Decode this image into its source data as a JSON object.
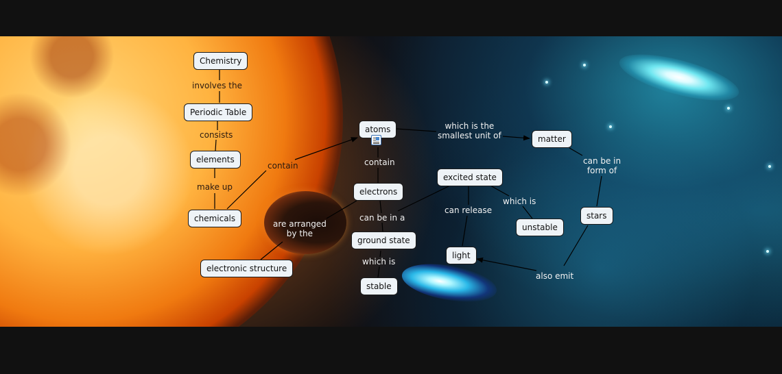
{
  "concept_map": {
    "nodes": {
      "chemistry": "Chemistry",
      "periodic_table": "Periodic Table",
      "elements": "elements",
      "chemicals": "chemicals",
      "electronic_structure": "electronic structure",
      "atoms": "atoms",
      "electrons": "electrons",
      "ground_state": "ground state",
      "stable": "stable",
      "excited_state": "excited state",
      "unstable": "unstable",
      "light": "light",
      "matter": "matter",
      "stars": "stars"
    },
    "linking_phrases": {
      "involves_the": "involves the",
      "consists": "consists",
      "make_up": "make up",
      "contain_chemicals": "contain",
      "are_arranged_1": "are arranged",
      "are_arranged_2": "by the",
      "contain_atoms": "contain",
      "smallest_unit_1": "which is the",
      "smallest_unit_2": "smallest unit of",
      "can_be_in_a": "can be in a",
      "which_is_stable": "which is",
      "can_release": "can release",
      "which_is_unstable": "which is",
      "can_be_in_form_1": "can be in",
      "can_be_in_form_2": "form of",
      "also_emit": "also emit"
    },
    "icons": {
      "atoms_resource": "document-resource-icon"
    },
    "colors": {
      "node_fill": "#eef3f7",
      "node_border": "#1a1a1a",
      "link_line": "#000000",
      "label_on_sun": "#2a1a10",
      "label_on_space": "#f2f2f2",
      "letterbox": "#111111"
    }
  }
}
